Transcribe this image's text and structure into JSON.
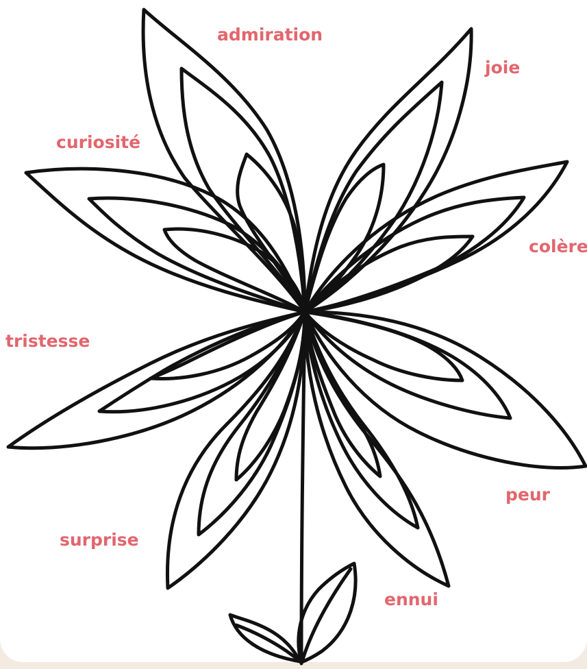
{
  "labels": {
    "admiration": "admiration",
    "joie": "joie",
    "curiosite": "curiosité",
    "colere": "colère",
    "tristesse": "tristesse",
    "peur": "peur",
    "surprise": "surprise",
    "ennui": "ennui"
  },
  "colors": {
    "label": "#e2666e",
    "line": "#111111",
    "background": "#ffffff",
    "frame": "#f3ebe2"
  }
}
